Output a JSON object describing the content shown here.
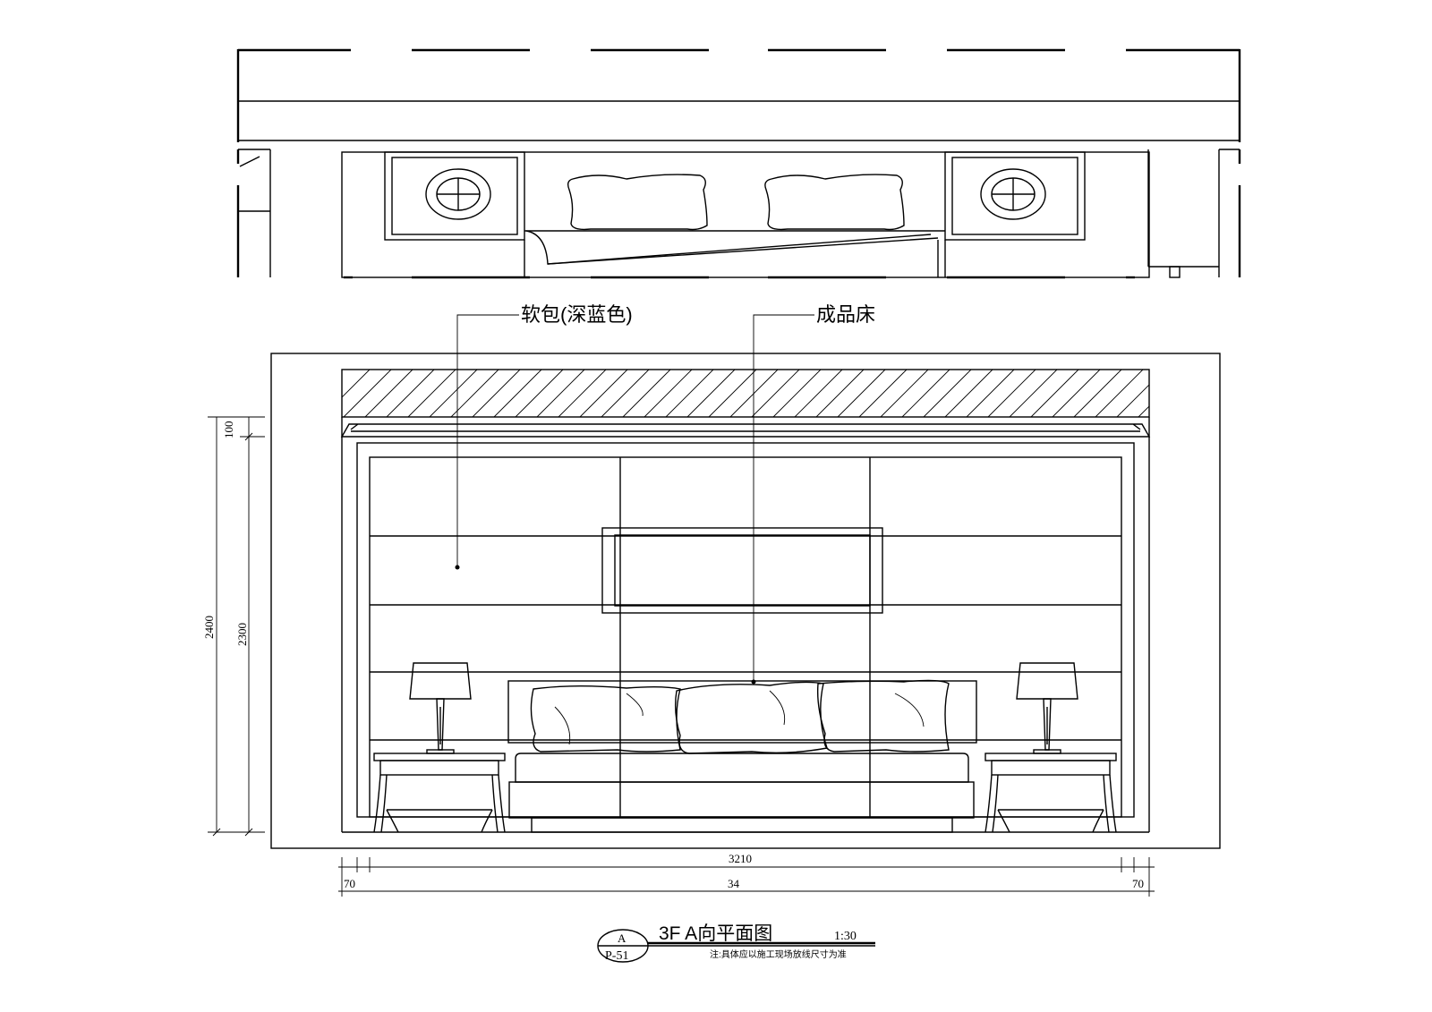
{
  "labels": {
    "soft_panel": "软包(深蓝色)",
    "finished_bed": "成品床"
  },
  "dimensions": {
    "height_100": "100",
    "height_2300": "2300",
    "height_2400": "2400",
    "width_3210": "3210",
    "width_3450": "34",
    "left_pair": "70",
    "right_pair": "70"
  },
  "title_block": {
    "symbol_top": "A",
    "symbol_bottom": "P-51",
    "title": "3F  A向平面图",
    "scale": "1:30",
    "note": "注:具体应以施工现场放线尺寸为准"
  }
}
